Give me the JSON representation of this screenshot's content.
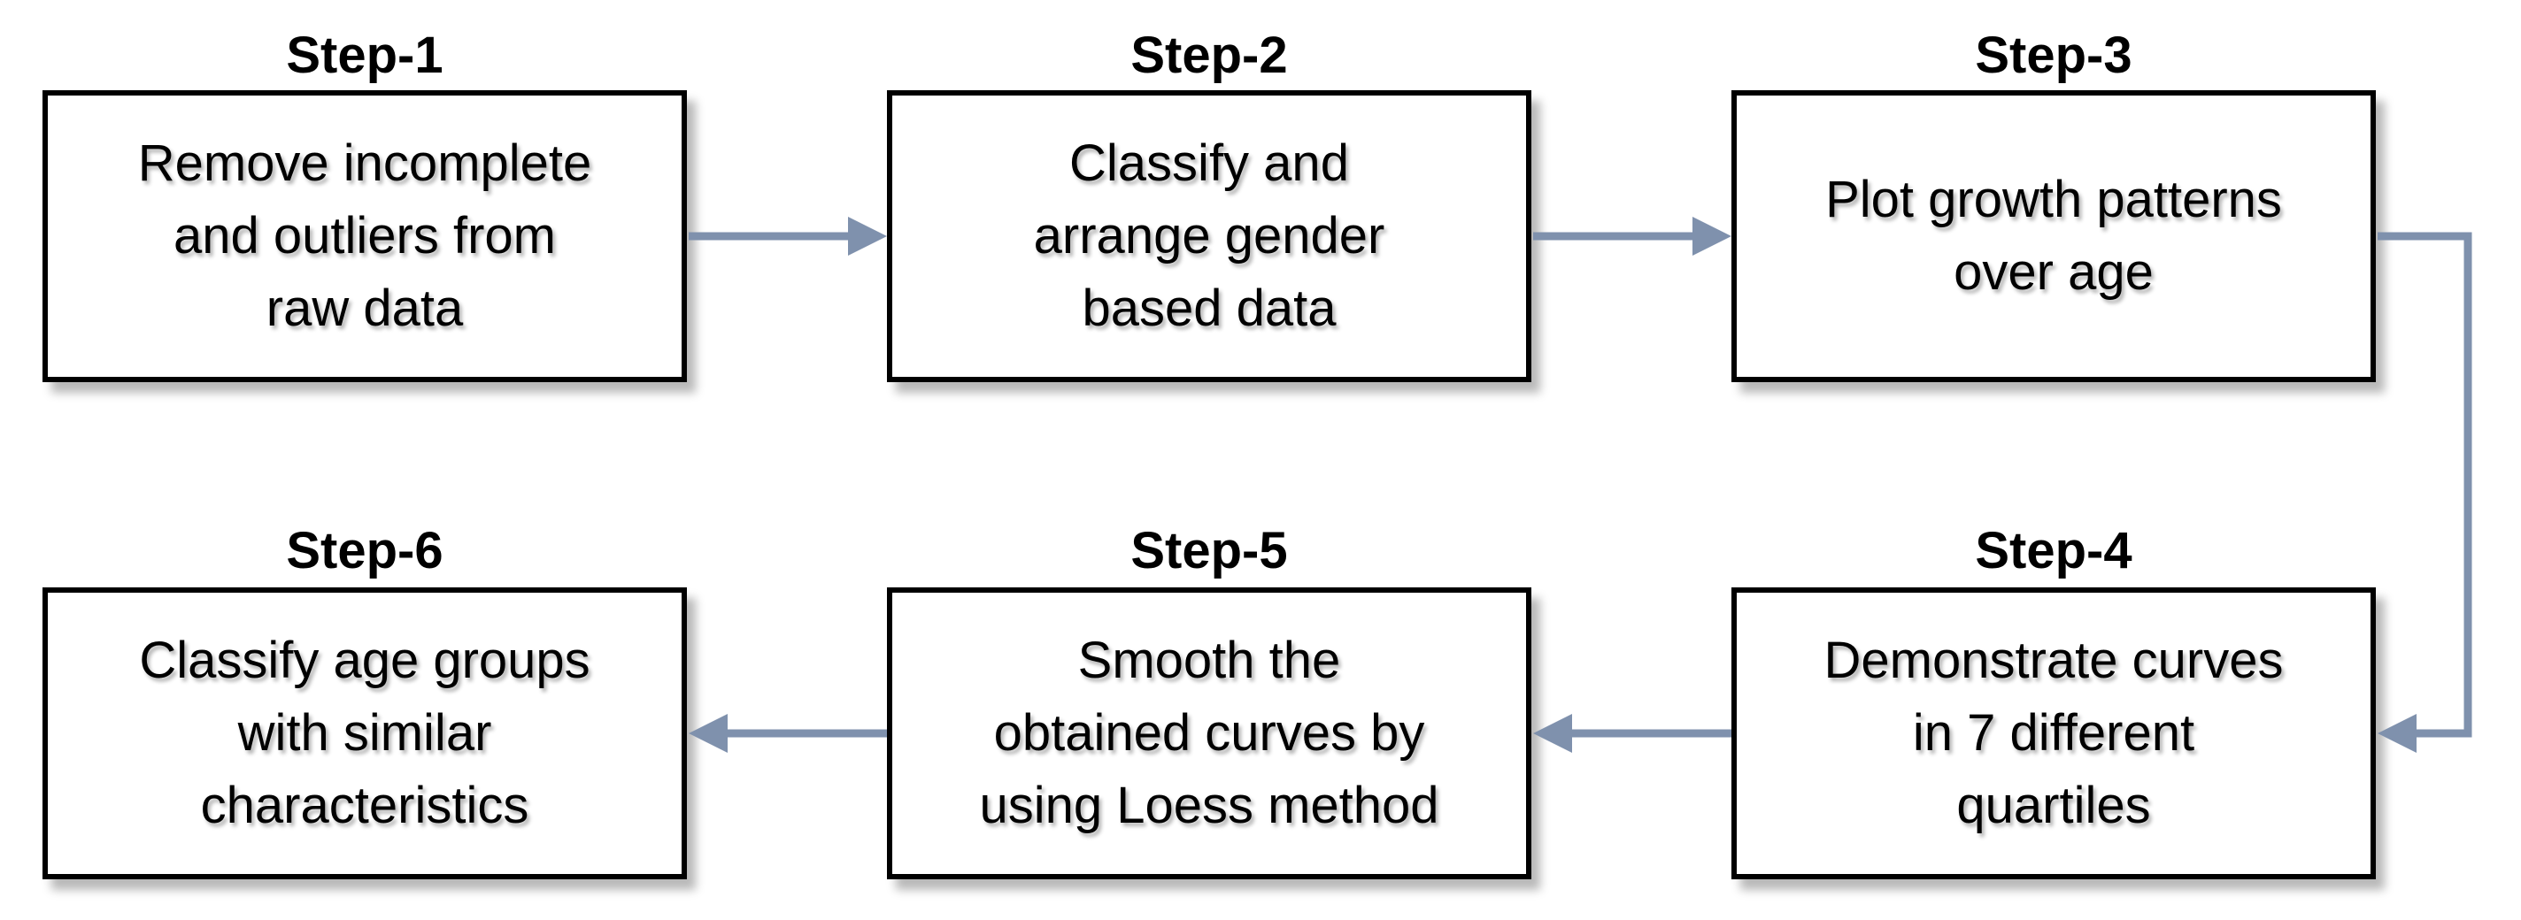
{
  "steps": [
    {
      "id": "step-1",
      "title": "Step-1",
      "text": "Remove incomplete\nand outliers from\nraw data"
    },
    {
      "id": "step-2",
      "title": "Step-2",
      "text": "Classify and\narrange gender\nbased data"
    },
    {
      "id": "step-3",
      "title": "Step-3",
      "text": "Plot growth patterns\nover age"
    },
    {
      "id": "step-4",
      "title": "Step-4",
      "text": "Demonstrate curves\nin 7 different\nquartiles"
    },
    {
      "id": "step-5",
      "title": "Step-5",
      "text": "Smooth the\nobtained curves by\nusing Loess method"
    },
    {
      "id": "step-6",
      "title": "Step-6",
      "text": "Classify age groups\nwith similar\ncharacteristics"
    }
  ],
  "connections": [
    {
      "from": "step-1",
      "to": "step-2"
    },
    {
      "from": "step-2",
      "to": "step-3"
    },
    {
      "from": "step-3",
      "to": "step-4"
    },
    {
      "from": "step-4",
      "to": "step-5"
    },
    {
      "from": "step-5",
      "to": "step-6"
    }
  ],
  "colors": {
    "arrow": "#7f91ad",
    "box_border": "#000000",
    "text": "#000000"
  }
}
